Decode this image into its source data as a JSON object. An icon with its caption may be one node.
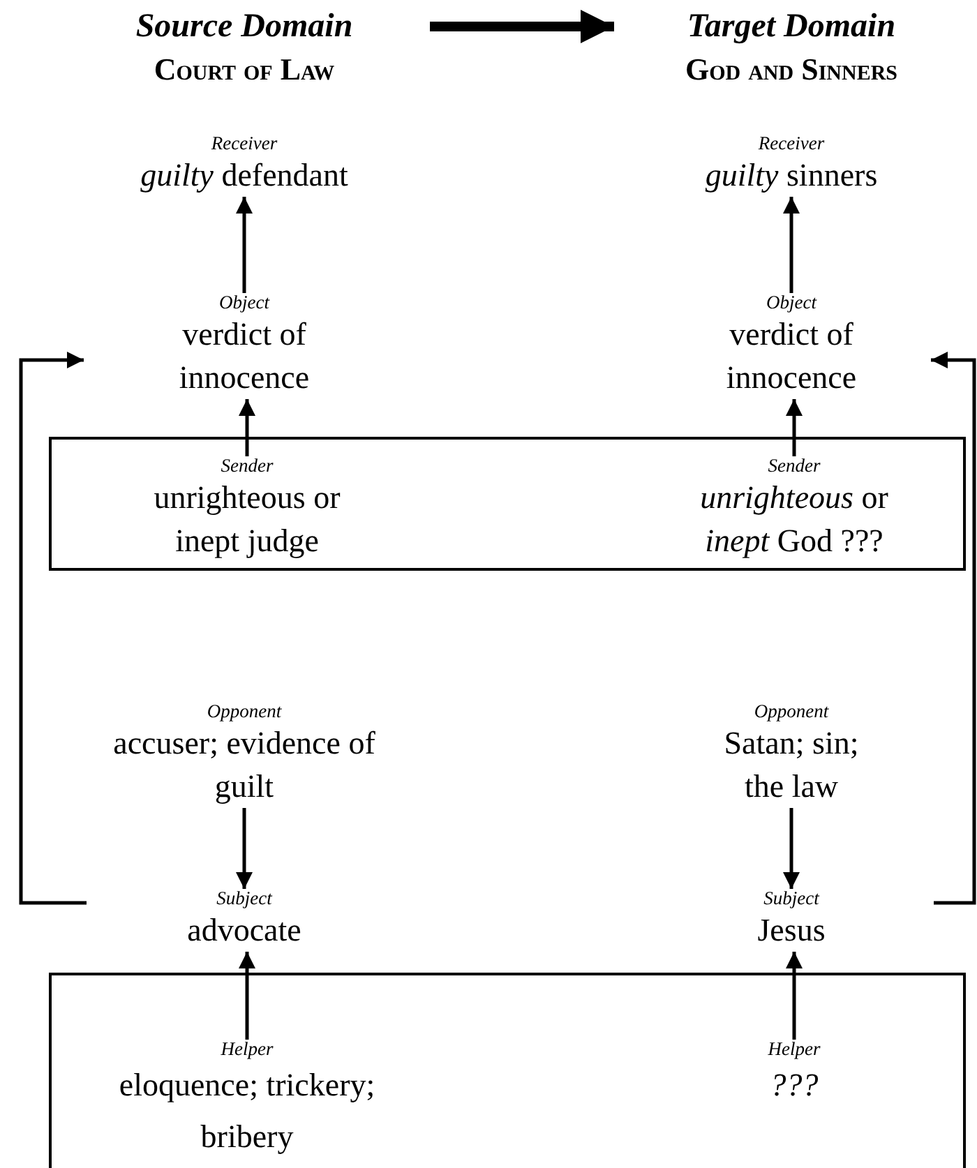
{
  "diagram": {
    "nodes": [
      {
        "text": [
          "Source Domain",
          "Court of Law"
        ]
      },
      {
        "text": [
          "Target Domain",
          "God and Sinners"
        ]
      },
      {
        "text": [
          "Receiver",
          "*guilty* defendant"
        ]
      },
      {
        "text": [
          "Receiver",
          "*guilty* sinners"
        ]
      },
      {
        "text": [
          "Object",
          "verdict of innocence"
        ]
      },
      {
        "text": [
          "Object",
          "verdict of innocence"
        ]
      },
      {
        "text": [],
        "shape": "box"
      },
      {
        "text": [
          "Sender",
          "unrighteous or inept judge"
        ],
        "in": 6
      },
      {
        "text": [
          "Sender",
          "*unrighteous* or *inept* God ???"
        ],
        "in": 6
      },
      {
        "text": [
          "Opponent",
          "accuser; evidence of guilt"
        ]
      },
      {
        "text": [
          "Opponent",
          "Satan; sin; the law"
        ]
      },
      {
        "text": [
          "Subject",
          "advocate"
        ]
      },
      {
        "text": [
          "Subject",
          "Jesus"
        ]
      },
      {
        "text": [],
        "shape": "box"
      },
      {
        "text": [
          "Helper",
          "eloquence; trickery; bribery"
        ],
        "in": 13
      },
      {
        "text": [
          "Helper",
          "*???*"
        ],
        "in": 13
      }
    ],
    "edges": [
      {
        "from": 0,
        "to": 1,
        "arrow": "to",
        "style": "thick"
      },
      {
        "from": 4,
        "to": 2,
        "arrow": "to"
      },
      {
        "from": 5,
        "to": 3,
        "arrow": "to"
      },
      {
        "from": 7,
        "to": 4,
        "arrow": "to"
      },
      {
        "from": 8,
        "to": 5,
        "arrow": "to"
      },
      {
        "from": 9,
        "to": 11,
        "arrow": "to"
      },
      {
        "from": 10,
        "to": 12,
        "arrow": "to"
      },
      {
        "from": 14,
        "to": 11,
        "arrow": "to"
      },
      {
        "from": 15,
        "to": 12,
        "arrow": "to"
      },
      {
        "from": 11,
        "to": 4,
        "arrow": "to"
      },
      {
        "from": 12,
        "to": 5,
        "arrow": "to"
      }
    ]
  }
}
